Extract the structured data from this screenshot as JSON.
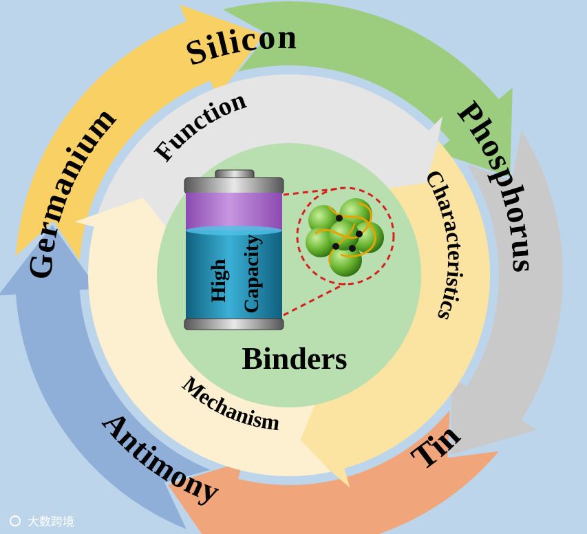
{
  "outer_ring": [
    {
      "label": "Silicon",
      "color": "#9ccc7e"
    },
    {
      "label": "Phosphorus",
      "color": "#c9c9c9"
    },
    {
      "label": "Tin",
      "color": "#f0a57a"
    },
    {
      "label": "Antimony",
      "color": "#8fafd8"
    },
    {
      "label": "Germanium",
      "color": "#f8d063"
    }
  ],
  "inner_ring": [
    {
      "label": "Function",
      "color": "#e5e5e5"
    },
    {
      "label": "Characteristics",
      "color": "#fbe3a2"
    },
    {
      "label": "Mechanism",
      "color": "#fdf0d0"
    }
  ],
  "center": {
    "title": "Binders",
    "battery_text_line1": "High",
    "battery_text_line2": "Capacity",
    "disc_color": "#b9dfb0",
    "battery_top_color": "#a765c9",
    "battery_bottom_color": "#1a86ad"
  },
  "watermark": "大数跨境",
  "background": "#bcd5ea"
}
